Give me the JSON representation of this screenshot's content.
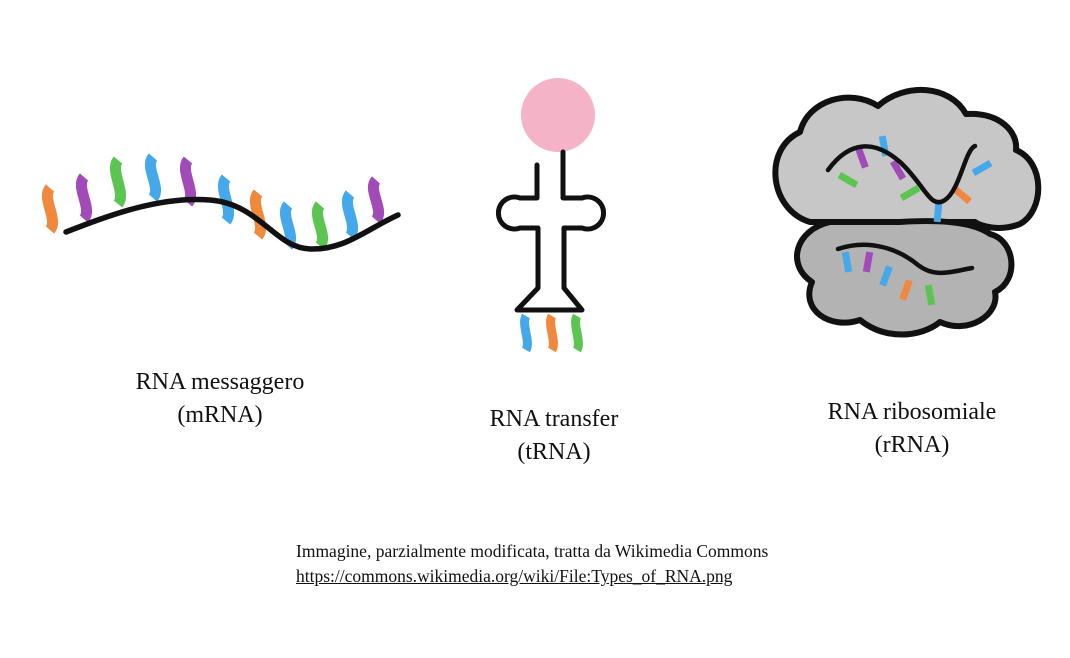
{
  "colors": {
    "orange": "#f0883e",
    "purple": "#a24bb8",
    "green": "#5cc552",
    "blue": "#45a8ea",
    "pink": "#f5b3c8",
    "backbone": "#111111",
    "ribosome_large": "#c7c7c7",
    "ribosome_small": "#b3b3b3"
  },
  "mrna": {
    "title": "RNA messaggero",
    "abbr": "(mRNA)",
    "base_colors": [
      "orange",
      "purple",
      "green",
      "blue",
      "purple",
      "blue",
      "orange",
      "blue",
      "green",
      "blue",
      "purple"
    ]
  },
  "trna": {
    "title": "RNA transfer",
    "abbr": "(tRNA)",
    "anticodon_colors": [
      "blue",
      "orange",
      "green"
    ]
  },
  "rrna": {
    "title": "RNA ribosomiale",
    "abbr": "(rRNA)",
    "large_subunit_base_colors": [
      "green",
      "purple",
      "blue",
      "purple",
      "green",
      "blue",
      "orange",
      "blue"
    ],
    "small_subunit_base_colors": [
      "blue",
      "purple",
      "blue",
      "orange",
      "green"
    ]
  },
  "credit": {
    "text": "Immagine, parzialmente modificata, tratta da Wikimedia Commons",
    "link": "https://commons.wikimedia.org/wiki/File:Types_of_RNA.png"
  }
}
